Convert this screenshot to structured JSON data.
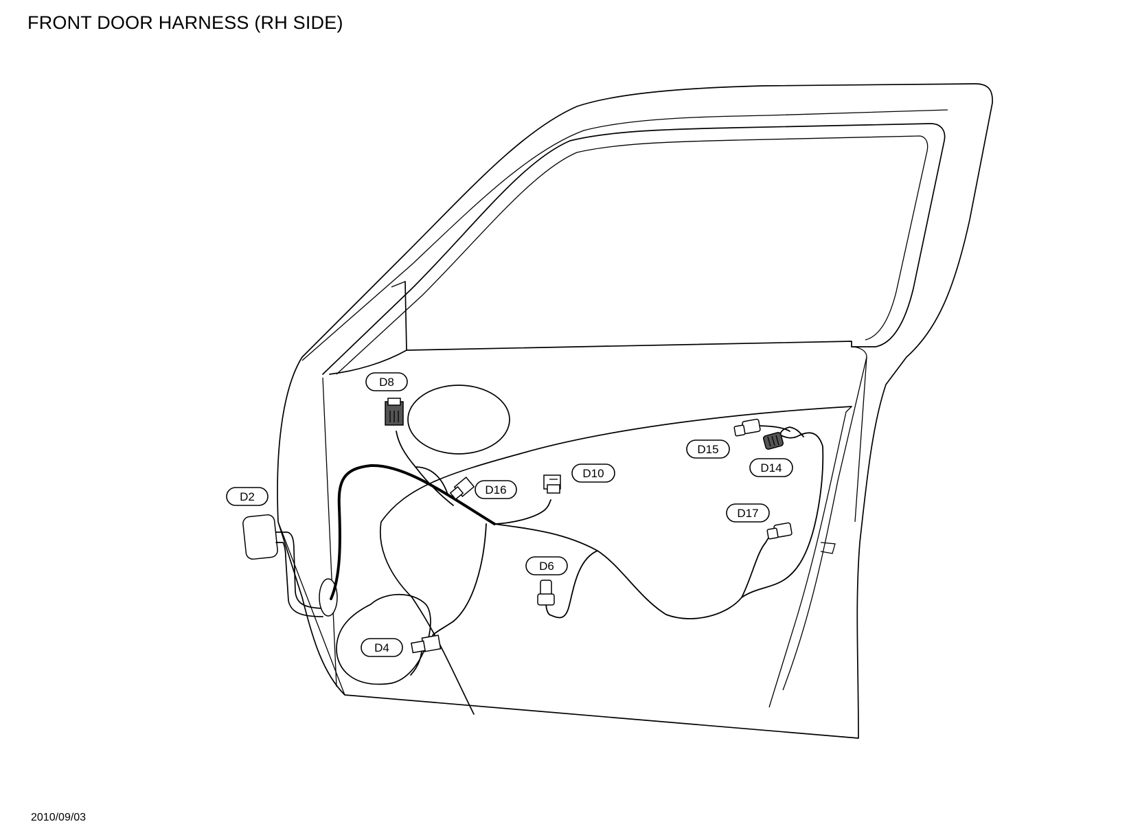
{
  "title": "FRONT DOOR HARNESS (RH SIDE)",
  "date": "2010/09/03",
  "connectors": {
    "d2": "D2",
    "d4": "D4",
    "d6": "D6",
    "d8": "D8",
    "d10": "D10",
    "d14": "D14",
    "d15": "D15",
    "d16": "D16",
    "d17": "D17"
  }
}
